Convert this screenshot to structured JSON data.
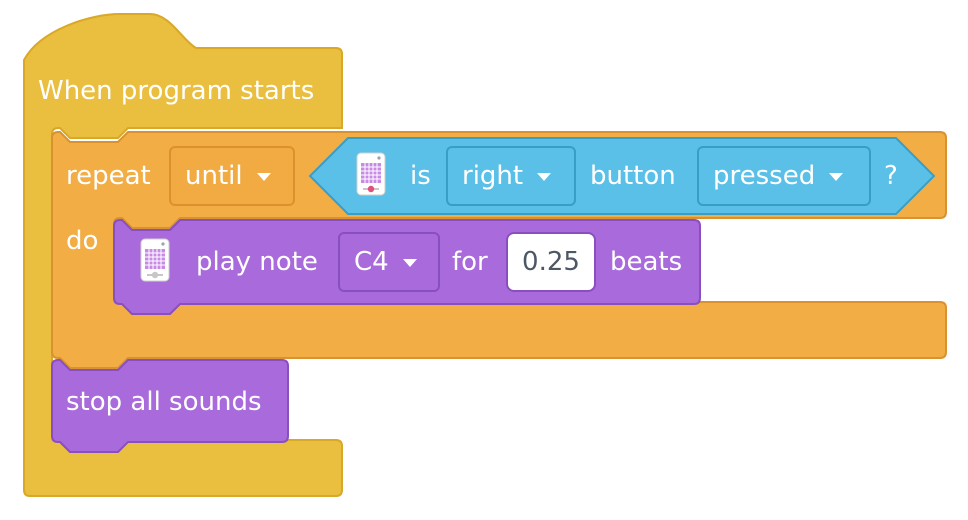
{
  "event_block": {
    "label": "When program starts",
    "color": "#eabe3f",
    "border": "#d8a826"
  },
  "repeat_block": {
    "repeat_label": "repeat",
    "mode": "until",
    "do_label": "do",
    "color": "#f2ad45",
    "border": "#d9922f"
  },
  "condition_block": {
    "is_label": "is",
    "button_side": "right",
    "button_label": "button",
    "button_state": "pressed",
    "question_mark": "?",
    "color": "#5bc0e8",
    "border": "#3a9dc6"
  },
  "play_note_block": {
    "label": "play note",
    "note": "C4",
    "for_label": "for",
    "beats_value": "0.25",
    "beats_label": "beats",
    "color": "#a96bdb",
    "border": "#8a4fbf"
  },
  "stop_block": {
    "label": "stop all sounds",
    "color": "#a96bdb",
    "border": "#8a4fbf"
  },
  "icons": {
    "hub": "hub-matrix-icon",
    "dropdown": "dropdown-arrow-icon"
  }
}
